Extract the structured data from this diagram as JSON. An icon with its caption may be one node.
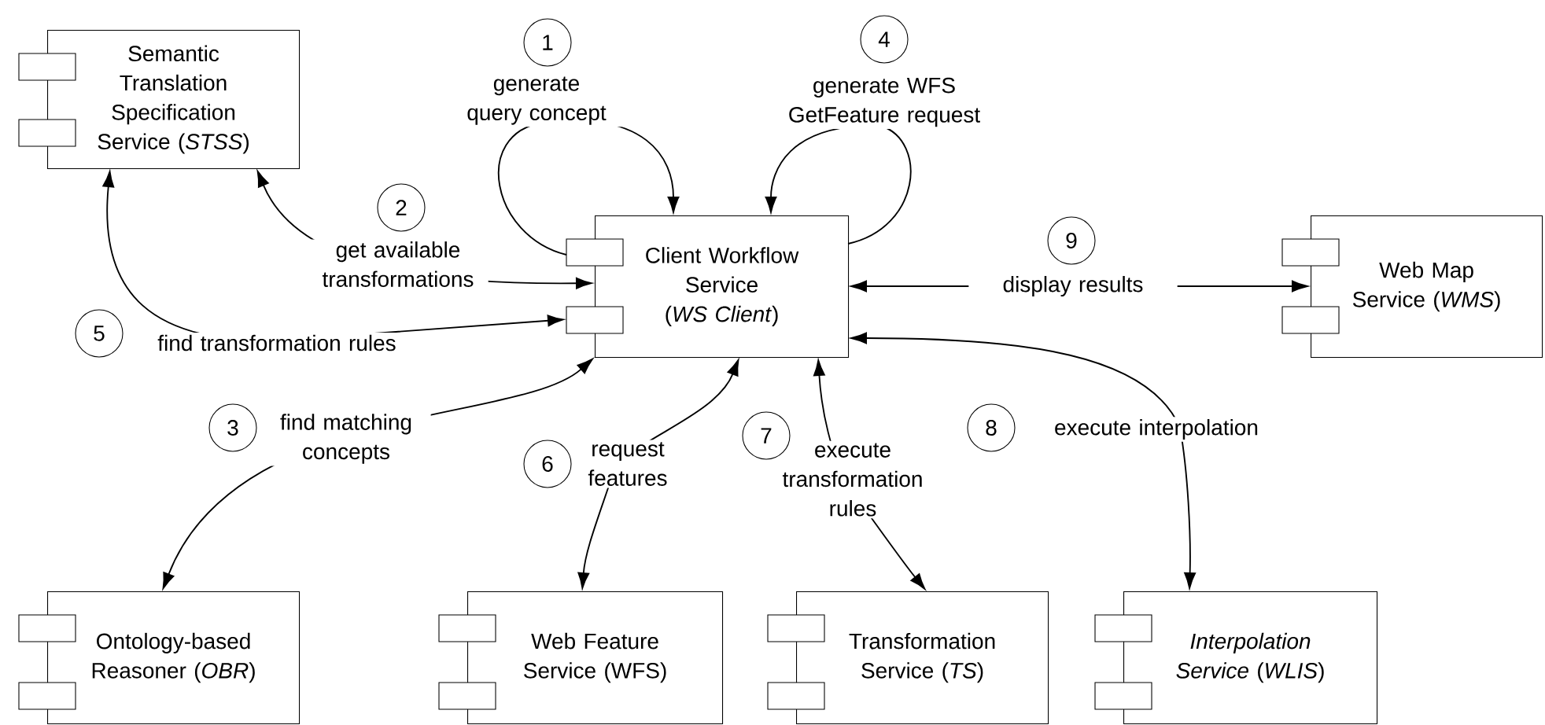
{
  "diagram": {
    "nodes": [
      {
        "text": [
          "Semantic Translation Specification Service (*STSS*)"
        ]
      },
      {
        "text": [
          "Client Workflow Service (*WS Client*)"
        ]
      },
      {
        "text": [
          "Web Map Service (*WMS*)"
        ]
      },
      {
        "text": [
          "Ontology-based Reasoner (*OBR*)"
        ]
      },
      {
        "text": [
          "Web Feature Service (WFS)"
        ]
      },
      {
        "text": [
          "Transformation Service (*TS*)"
        ]
      },
      {
        "text": [
          "*Interpolation Service* (*WLIS*)"
        ]
      }
    ],
    "edges": [
      {
        "from": 1,
        "to": 1,
        "arrow": "to",
        "label": "generate query concept"
      },
      {
        "from": 1,
        "to": 0,
        "arrow": "both",
        "label": "get available transformations"
      },
      {
        "from": 1,
        "to": 3,
        "arrow": "both",
        "label": "find matching concepts"
      },
      {
        "from": 1,
        "to": 1,
        "arrow": "to",
        "label": "generate WFS GetFeature request"
      },
      {
        "from": 0,
        "to": 1,
        "arrow": "both",
        "label": "find transformation rules"
      },
      {
        "from": 1,
        "to": 4,
        "arrow": "both",
        "label": "request features"
      },
      {
        "from": 1,
        "to": 5,
        "arrow": "both",
        "label": "execute transformation rules"
      },
      {
        "from": 1,
        "to": 6,
        "arrow": "both",
        "label": "execute interpolation"
      },
      {
        "from": 1,
        "to": 2,
        "arrow": "both",
        "label": "display results"
      }
    ],
    "labels": [
      "1",
      "4",
      "2",
      "9",
      "5",
      "3",
      "8",
      "7",
      "6"
    ]
  }
}
